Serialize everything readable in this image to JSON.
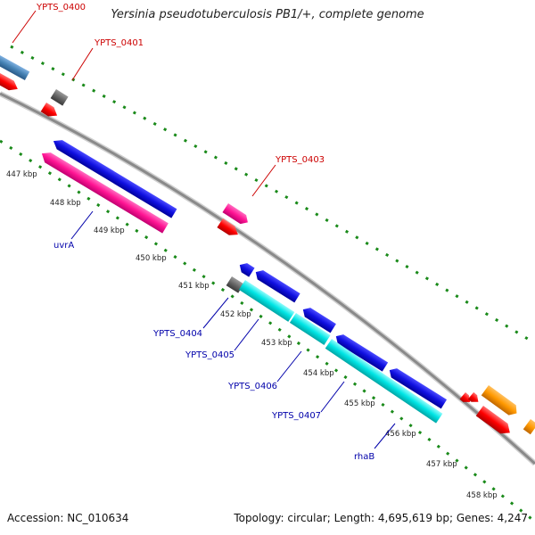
{
  "title": "Yersinia pseudotuberculosis PB1/+, complete genome",
  "footer": {
    "accession": "Accession: NC_010634",
    "summary": "Topology: circular; Length: 4,695,619 bp; Genes: 4,247"
  },
  "colors": {
    "backbone": "#888888",
    "tick": "#1a8a1a",
    "label_forward": "#cc0000",
    "label_reverse": "#0000aa",
    "blue": "#1010e0",
    "magenta": "#ff1493",
    "cyan": "#00e5e5",
    "red": "#ff0000",
    "gray": "#666666",
    "steel": "#4682b4",
    "orange": "#ff9900"
  },
  "scale_labels": [
    "447 kbp",
    "448 kbp",
    "449 kbp",
    "450 kbp",
    "451 kbp",
    "452 kbp",
    "453 kbp",
    "454 kbp",
    "455 kbp",
    "456 kbp",
    "457 kbp",
    "458 kbp"
  ],
  "gene_labels": {
    "ypts_0400": "YPTS_0400",
    "ypts_0401": "YPTS_0401",
    "ypts_0403": "YPTS_0403",
    "uvra": "uvrA",
    "ypts_0404": "YPTS_0404",
    "ypts_0405": "YPTS_0405",
    "ypts_0406": "YPTS_0406",
    "ypts_0407": "YPTS_0407",
    "rhab": "rhaB"
  }
}
